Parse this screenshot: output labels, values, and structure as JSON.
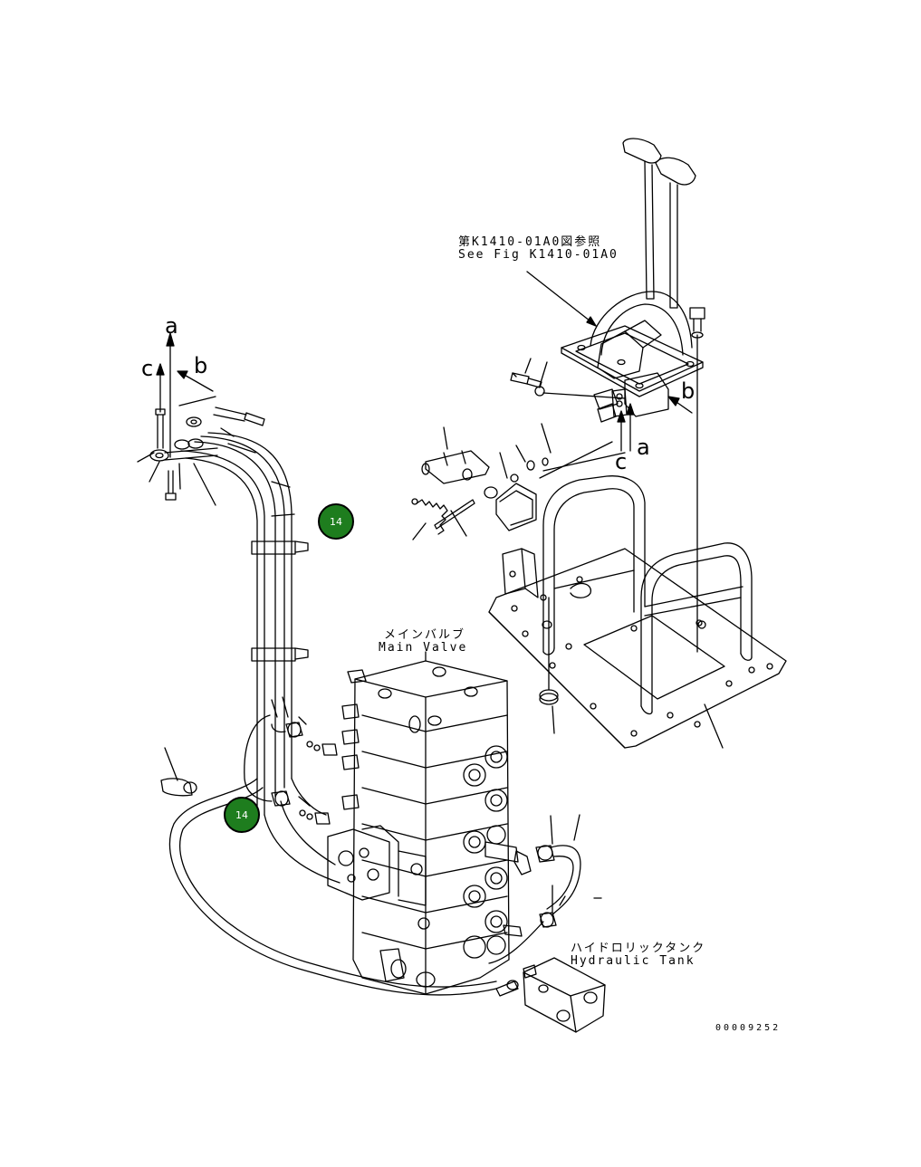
{
  "diagram": {
    "reference_jp": "第K1410-01A0図参照",
    "reference_en": "See Fig K1410-01A0",
    "main_valve_jp": "メインバルブ",
    "main_valve_en": "Main Valve",
    "tank_jp": "ハイドロリックタンク",
    "tank_en": "Hydraulic Tank",
    "drawing_number": "00009252",
    "letters": {
      "a_left": "a",
      "b_left": "b",
      "c_left": "c",
      "a_right": "a",
      "b_right": "b",
      "c_right": "c"
    },
    "callouts": [
      {
        "label": "14"
      },
      {
        "label": "14"
      }
    ],
    "colors": {
      "line": "#000000",
      "callout_fill": "#1e7d1e",
      "callout_text": "#ffffff",
      "background": "#ffffff"
    }
  }
}
